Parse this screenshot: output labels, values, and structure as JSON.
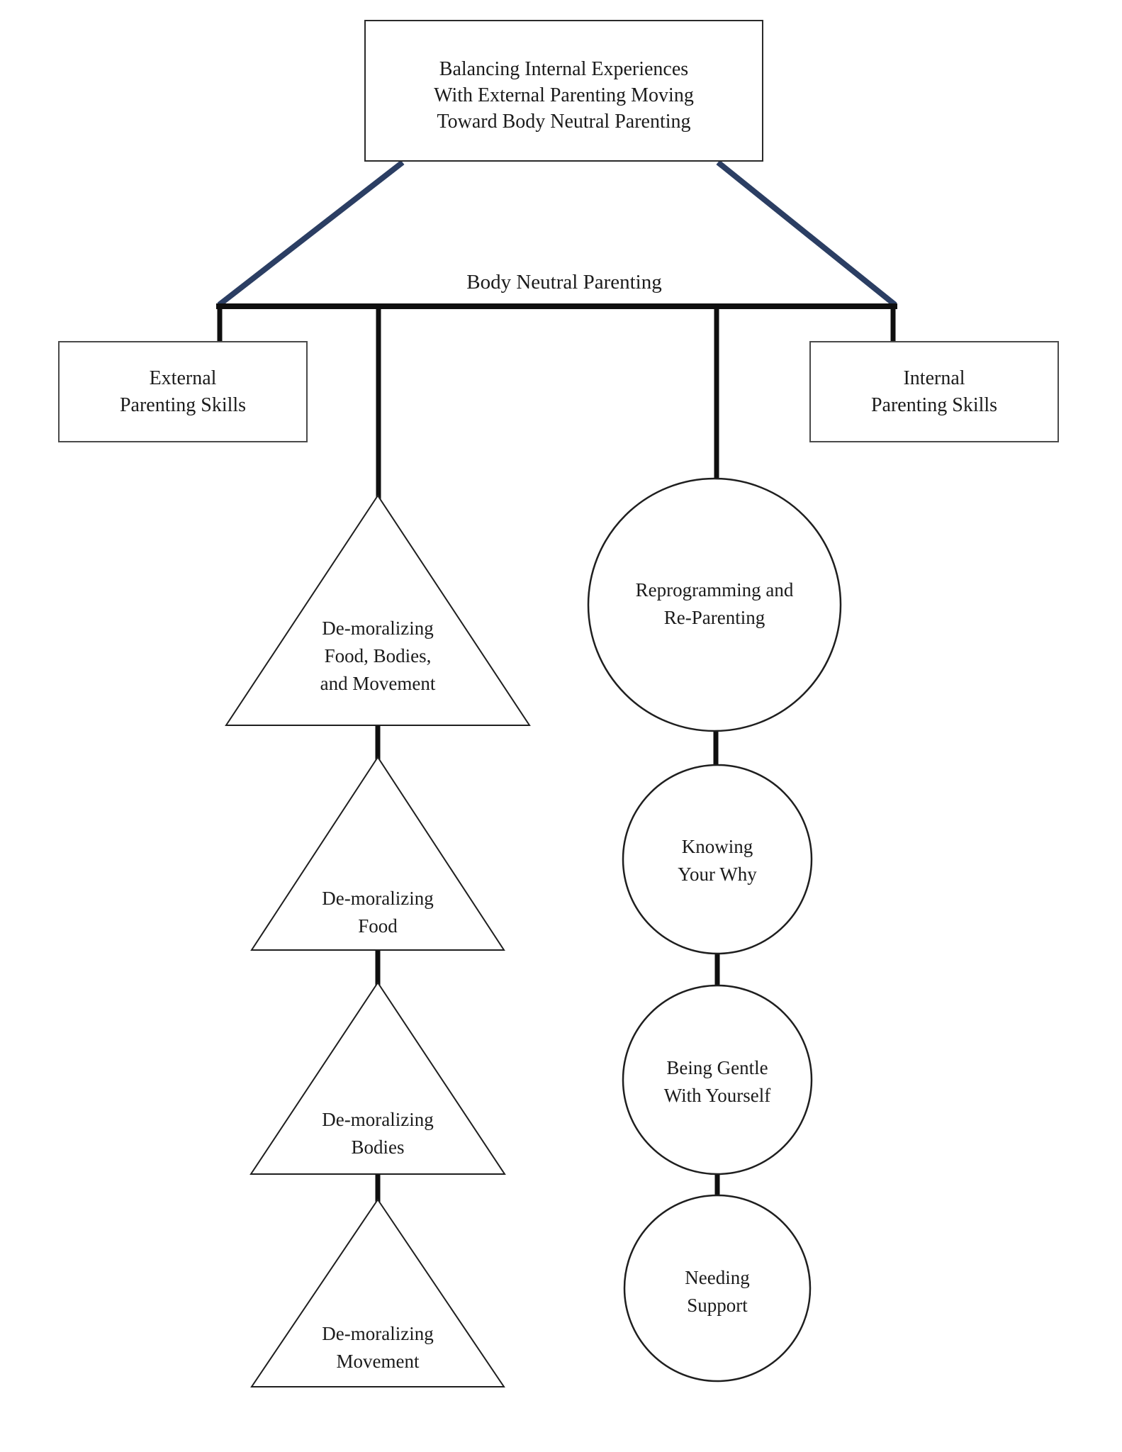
{
  "diagram": {
    "root_box": {
      "text": "Balancing Internal Experiences\nWith External Parenting Moving\nToward Body Neutral Parenting"
    },
    "trapezoid_label": "Body Neutral Parenting",
    "left_box": {
      "text": "External\nParenting Skills"
    },
    "right_box": {
      "text": "Internal\nParenting Skills"
    },
    "triangles": [
      {
        "label": "De-moralizing\nFood, Bodies,\nand Movement"
      },
      {
        "label": "De-moralizing\nFood"
      },
      {
        "label": "De-moralizing\nBodies"
      },
      {
        "label": "De-moralizing\nMovement"
      }
    ],
    "circles": [
      {
        "label": "Reprogramming and\nRe-Parenting"
      },
      {
        "label": "Knowing\nYour Why"
      },
      {
        "label": "Being Gentle\nWith Yourself"
      },
      {
        "label": "Needing\nSupport"
      }
    ],
    "colors": {
      "accent_navy": "#2b3e63",
      "line_black": "#0f0f0f",
      "shape_outline": "#1f1f1f",
      "box_border": "#4a4a4a",
      "text": "#1b1b1b",
      "background": "#ffffff"
    }
  }
}
